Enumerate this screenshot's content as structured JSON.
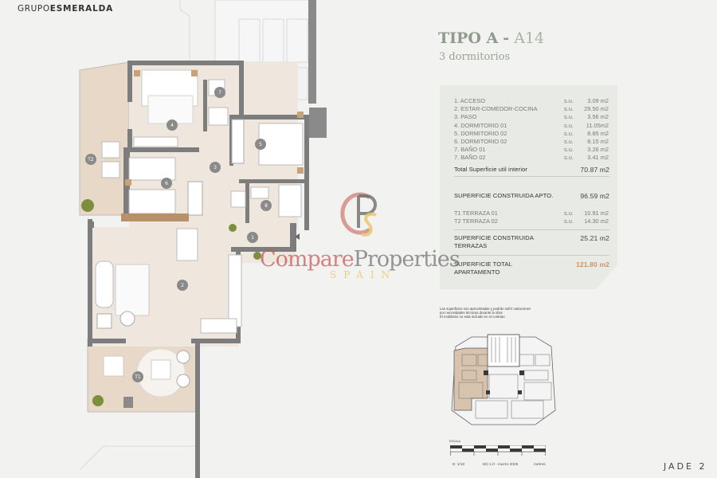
{
  "brand": {
    "prefix": "GRUPO",
    "name": "ESMERALDA"
  },
  "heading": {
    "type_label": "TIPO A",
    "separator": "-",
    "unit": "A14",
    "bedrooms": "3 dormitorios"
  },
  "rooms": [
    {
      "name": "1. ACCESO",
      "unit": "s.u.",
      "area": "3.09 m2"
    },
    {
      "name": "2. ESTAR-COMEDOR-COCINA",
      "unit": "s.u.",
      "area": "29.50 m2"
    },
    {
      "name": "3. PASO",
      "unit": "s.u.",
      "area": "3.56 m2"
    },
    {
      "name": "4. DORMITORIO 01",
      "unit": "s.u.",
      "area": "11.05m2"
    },
    {
      "name": "5. DORMITORIO 02",
      "unit": "s.u.",
      "area": "8.85 m2"
    },
    {
      "name": "6. DORMITORIO 02",
      "unit": "s.u.",
      "area": "8.15 m2"
    },
    {
      "name": "7. BAÑO 01",
      "unit": "s.u.",
      "area": "3.26 m2"
    },
    {
      "name": "7. BAÑO 02",
      "unit": "s.u.",
      "area": "3.41 m2"
    }
  ],
  "totals": {
    "util_interior": {
      "label": "Total Superficie util interior",
      "value": "70.87 m2"
    },
    "construida_apto": {
      "label": "SUPERFICIE CONSTRUIDA APTO.",
      "value": "96.59 m2"
    },
    "terrazas": [
      {
        "name": "T1 TERRAZA 01",
        "unit": "s.u.",
        "area": "10.91 m2"
      },
      {
        "name": "T2 TERRAZA 02",
        "unit": "s.u.",
        "area": "14.30 m2"
      }
    ],
    "construida_terrazas": {
      "label_1": "SUPERFICIE CONSTRUIDA",
      "label_2": "TERRAZAS",
      "value": "25.21 m2"
    },
    "total_apartamento": {
      "label_1": "SUPERFICIE TOTAL",
      "label_2": "APARTAMENTO",
      "value": "121.80 m2"
    }
  },
  "notes": [
    "Las superficies son aproximadas y podrán sufrir variaciones",
    "por necesidades técnicas durante la obra",
    "El mobiliario no está incluido en el contrato"
  ],
  "scale": {
    "title": "ESCALA",
    "ratio": "E: 1/10",
    "edition": "ED 1.0 - marzo 2025",
    "units": "metros"
  },
  "plan_labels": {
    "r1": "1",
    "r2": "2",
    "r3": "3",
    "r4": "4",
    "r5": "5",
    "r6": "6",
    "r7": "7",
    "r8": "8",
    "t1": "T1",
    "t2": "T2"
  },
  "project_logo": "JADE 2",
  "watermark": {
    "main_1": "Compare",
    "main_2": "Properties",
    "sub": "SPAIN",
    "monogram": "CPS"
  },
  "colors": {
    "accent_total": "#c9936a",
    "heading": "#8e9a8c",
    "panel_bg": "#e8eae5",
    "floor": "#efe6de",
    "terrace": "#e8d8c8",
    "wall": "#7d7d7d",
    "highlight_unit": "#d8c3ae"
  }
}
